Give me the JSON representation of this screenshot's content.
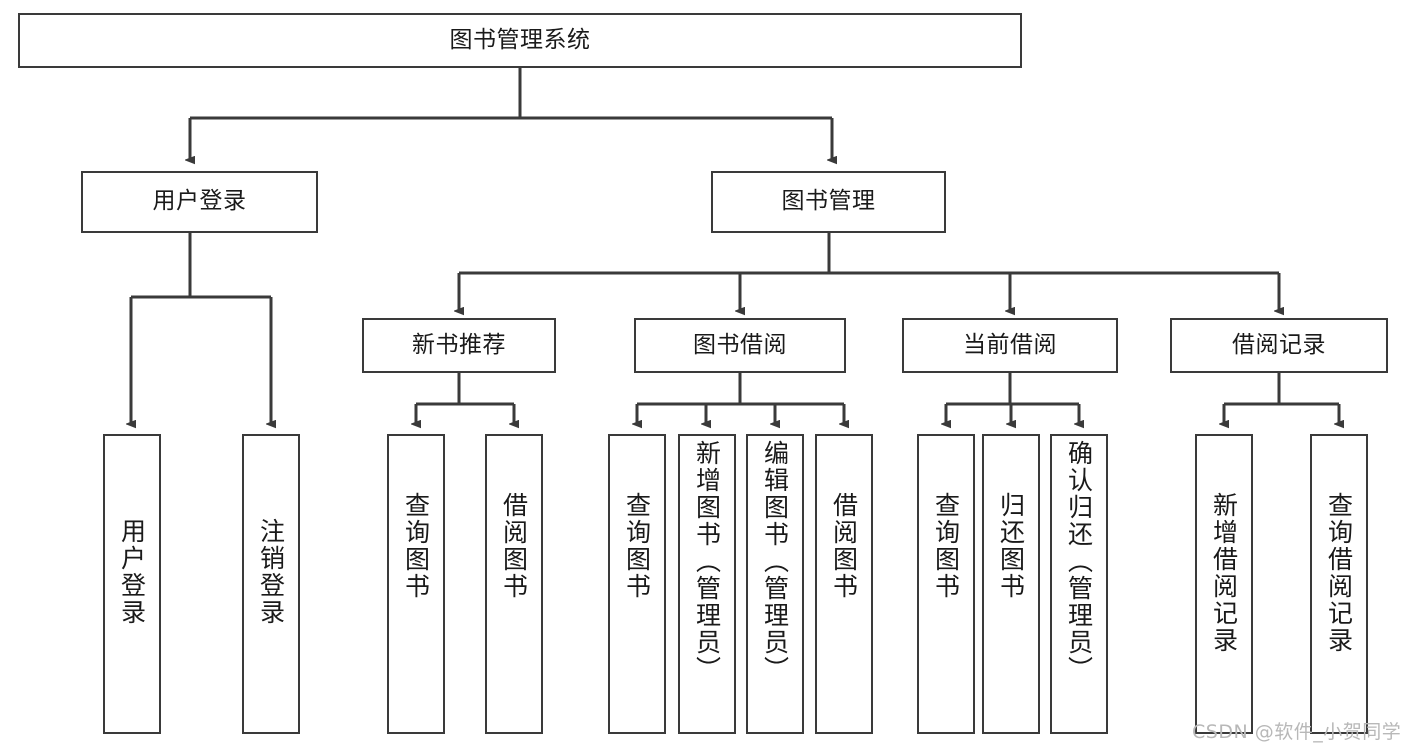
{
  "diagram": {
    "title": "图书管理系统",
    "type": "tree-hierarchy-diagram",
    "root": {
      "label": "图书管理系统"
    },
    "level2": [
      {
        "label": "用户登录"
      },
      {
        "label": "图书管理"
      }
    ],
    "level3": [
      {
        "label": "新书推荐"
      },
      {
        "label": "图书借阅"
      },
      {
        "label": "当前借阅"
      },
      {
        "label": "借阅记录"
      }
    ],
    "leaves": [
      {
        "label": "用户登录"
      },
      {
        "label": "注销登录"
      },
      {
        "label": "查询图书"
      },
      {
        "label": "借阅图书"
      },
      {
        "label": "查询图书"
      },
      {
        "label": "新增图书（管理员）"
      },
      {
        "label": "编辑图书（管理员）"
      },
      {
        "label": "借阅图书"
      },
      {
        "label": "查询图书"
      },
      {
        "label": "归还图书"
      },
      {
        "label": "确认归还（管理员）"
      },
      {
        "label": "新增借阅记录"
      },
      {
        "label": "查询借阅记录"
      }
    ]
  },
  "watermark": {
    "text": "CSDN @软件_小贺同学"
  },
  "colors": {
    "stroke": "#3a3a3a",
    "text": "#1a1a1a",
    "background": "#ffffff",
    "watermark": "#b8b8b8"
  }
}
